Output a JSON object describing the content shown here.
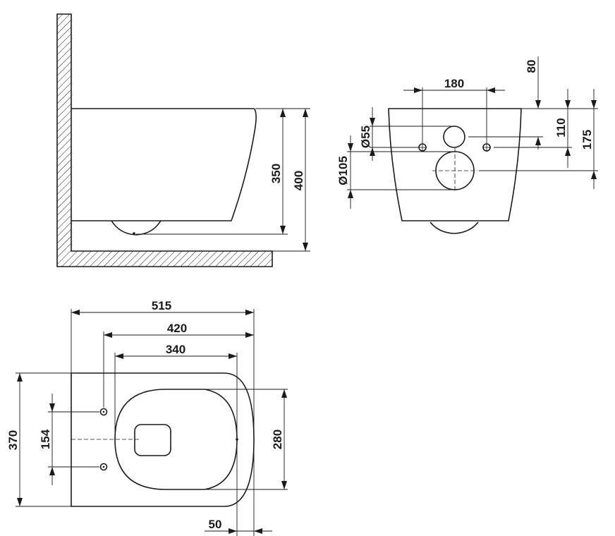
{
  "side_view": {
    "dim_height_bowl": "350",
    "dim_height_total": "400"
  },
  "front_view": {
    "dim_pipe_spacing": "180",
    "dim_top_offset": "80",
    "dim_inlet_diameter": "Ø55",
    "dim_outlet_diameter": "Ø105",
    "dim_inlet_height": "110",
    "dim_outlet_height": "175"
  },
  "top_view": {
    "dim_length_total": "515",
    "dim_length_bolts": "420",
    "dim_length_seat": "340",
    "dim_width_total": "370",
    "dim_bolt_spacing": "154",
    "dim_seat_width": "280",
    "dim_overhang": "50"
  }
}
